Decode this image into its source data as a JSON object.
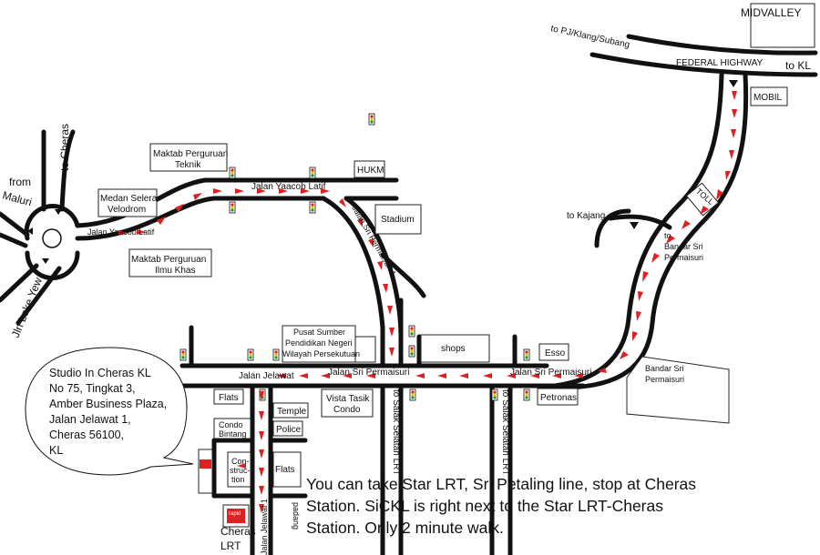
{
  "labels": {
    "midvalley": "MIDVALLEY",
    "to_pj": "to PJ/Klang/Subang",
    "federal_highway": "FEDERAL HIGHWAY",
    "to_kl": "to KL",
    "mobil": "MOBIL",
    "toll": "TOLL",
    "to_kajang": "to Kajang",
    "to_bandar_1": "to",
    "to_bandar_2": "Bandar Sri",
    "to_bandar_3": "Permaisuri",
    "bandar_sri_1": "Bandar Sri",
    "bandar_sri_2": "Permaisuri",
    "to_cheras": "to Cheras",
    "from": "from",
    "maluri": "Maluri",
    "jln_loke_yew": "Jln Loke Yew",
    "maktab_teknik_1": "Maktab Perguruan",
    "maktab_teknik_2": "Teknik",
    "hukm": "HUKM",
    "medan_1": "Medan Selera",
    "medan_2": "Velodrom",
    "jalan_yaacob_latif_top": "Jalan Yaacob Latif",
    "jalan_yaacob_latif_left": "Jalan Yaacob Latif",
    "stadium": "Stadium",
    "maktab_ilmu_1": "Maktab Perguruan",
    "maktab_ilmu_2": "Ilmu Khas",
    "jalan_sri_permaisuri_1": "Jalan Sri Permaisuri 1",
    "pusat_1": "Pusat Sumber",
    "pusat_2": "Pendidikan Negeri",
    "pusat_3": "Wilayah Persekutuan",
    "shops": "shops",
    "esso": "Esso",
    "jalan_jelawat": "Jalan Jelawat",
    "jalan_sri_permaisuri_mid": "Jalan Sri Permaisuri",
    "jalan_sri_permaisuri_right": "Jalan Sri Permaisuri",
    "petronas": "Petronas",
    "flats_1": "Flats",
    "temple": "Temple",
    "vista_1": "Vista Tasik",
    "vista_2": "Condo",
    "to_salak_1": "to Salak Selatan LRT",
    "to_salak_2": "to Salak Selatan LRT",
    "condo_1": "Condo",
    "condo_2": "Bintang",
    "police": "Police",
    "construction_1": "Con-",
    "construction_2": "struc-",
    "construction_3": "tion",
    "flats_2": "Flats",
    "padang": "padang",
    "jalan_jelawat_1": "Jalan Jelawat 1",
    "cheras": "Cheras",
    "lrt": "LRT",
    "rapid": "rapid"
  },
  "address": {
    "line1": "Studio In Cheras KL",
    "line2": "No 75, Tingkat 3,",
    "line3": "Amber Business Plaza,",
    "line4": "Jalan Jelawat 1,",
    "line5": "Cheras  56100,",
    "line6": "KL"
  },
  "caption": "You can take Star LRT, Sri Petaling line, stop at Cheras Station.  SiCKL is right next to the Star LRT-Cheras Station. Only 2 minute walk.",
  "colors": {
    "route": "#e02020",
    "road": "#111111"
  }
}
